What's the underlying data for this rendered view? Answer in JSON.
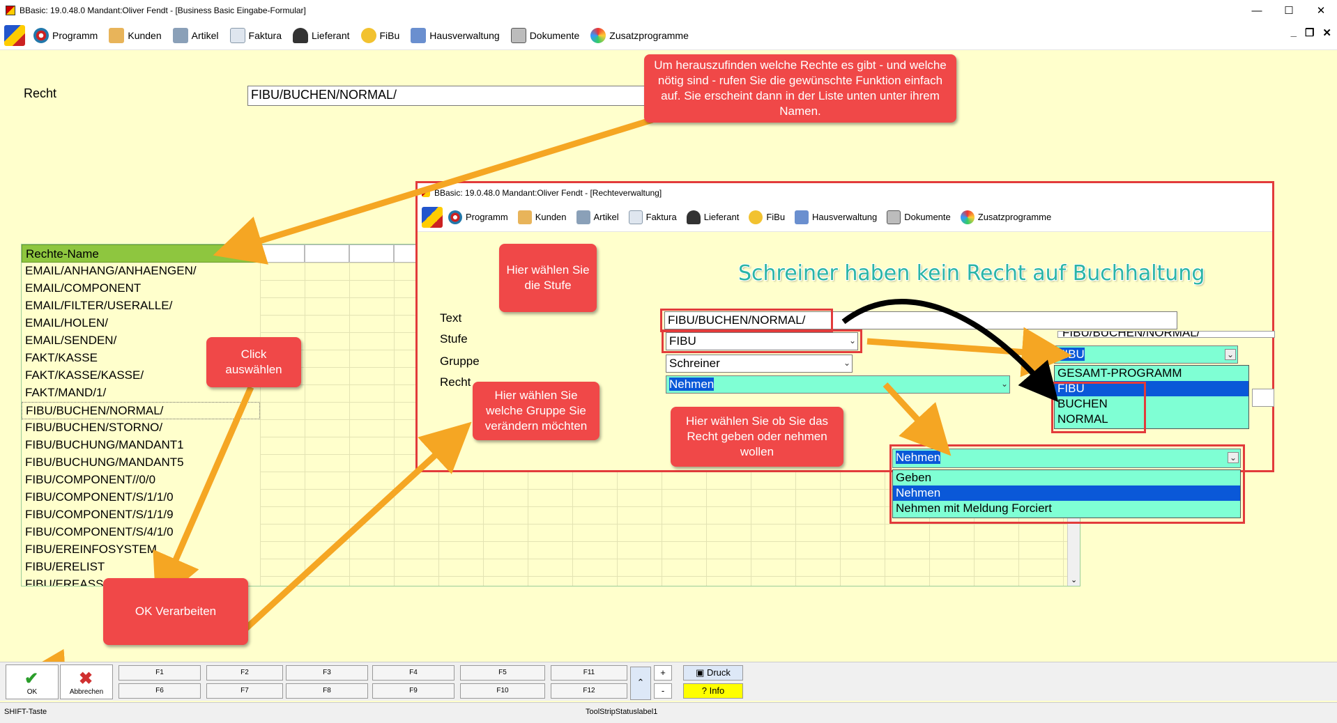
{
  "window": {
    "title": "BBasic: 19.0.48.0 Mandant:Oliver Fendt  - [Business Basic Eingabe-Formular]",
    "min": "—",
    "max": "☐",
    "close": "✕"
  },
  "menu": [
    "Programm",
    "Kunden",
    "Artikel",
    "Faktura",
    "Lieferant",
    "FiBu",
    "Hausverwaltung",
    "Dokumente",
    "Zusatzprogramme"
  ],
  "menu_controls": {
    "min": "_",
    "restore": "❐",
    "close": "✕"
  },
  "form": {
    "recht_label": "Recht",
    "recht_value": "FIBU/BUCHEN/NORMAL/"
  },
  "grid": {
    "header": "Rechte-Name",
    "rows": [
      "EMAIL/ANHANG/ANHAENGEN/",
      "EMAIL/COMPONENT",
      "EMAIL/FILTER/USERALLE/",
      "EMAIL/HOLEN/",
      "EMAIL/SENDEN/",
      "FAKT/KASSE",
      "FAKT/KASSE/KASSE/",
      "FAKT/MAND/1/",
      "FIBU/BUCHEN/NORMAL/",
      "FIBU/BUCHEN/STORNO/",
      "FIBU/BUCHUNG/MANDANT1",
      "FIBU/BUCHUNG/MANDANT5",
      "FIBU/COMPONENT//0/0",
      "FIBU/COMPONENT/S/1/1/0",
      "FIBU/COMPONENT/S/1/1/9",
      "FIBU/COMPONENT/S/4/1/0",
      "FIBU/EREINFOSYSTEM",
      "FIBU/ERELIST",
      "FIBU/EREASS"
    ],
    "selected_index": 8
  },
  "inner": {
    "title": "BBasic: 19.0.48.0 Mandant:Oliver Fendt  - [Rechteverwaltung]",
    "heading": "Schreiner haben kein Recht auf Buchhaltung",
    "text_label": "Text",
    "stufe_label": "Stufe",
    "gruppe_label": "Gruppe",
    "recht_label": "Recht",
    "text_value": "FIBU/BUCHEN/NORMAL/",
    "stufe_value": "FIBU",
    "gruppe_value": "Schreiner",
    "recht_value": "Nehmen",
    "partial_text": "FIBU/BUCHEN/NORMAL/"
  },
  "stufe_dropdown": {
    "selected": "FIBU",
    "options": [
      "GESAMT-PROGRAMM",
      "FIBU",
      "BUCHEN",
      "NORMAL"
    ],
    "highlight_index": 1
  },
  "recht_dropdown": {
    "selected": "Nehmen",
    "options": [
      "Geben",
      "Nehmen",
      "Nehmen mit Meldung Forciert"
    ],
    "highlight_index": 1
  },
  "callouts": {
    "top": "Um herauszufinden welche Rechte es gibt - und welche nötig sind - rufen Sie die gewünschte Funktion einfach auf. Sie erscheint dann in der Liste unten unter ihrem Namen.",
    "stufe": "Hier wählen Sie die Stufe",
    "click": "Click auswählen",
    "gruppe": "Hier wählen Sie welche Gruppe Sie verändern möchten",
    "recht": "Hier wählen Sie ob Sie das Recht geben oder nehmen wollen",
    "ok": "OK Verarbeiten"
  },
  "bottom": {
    "ok": "OK",
    "cancel": "Abbrechen",
    "fkeys_top": [
      "F1",
      "F2",
      "F3",
      "F4",
      "F5",
      "F11"
    ],
    "fkeys_bottom": [
      "F6",
      "F7",
      "F8",
      "F9",
      "F10",
      "F12"
    ],
    "plus": "+",
    "minus": "-",
    "druck": "Druck",
    "info": "Info"
  },
  "status": {
    "shift": "SHIFT-Taste",
    "label": "ToolStripStatuslabel1"
  },
  "colors": {
    "callout": "#f04848",
    "arrow": "#f5a623",
    "grid_header": "#8ec63f",
    "dropdown": "#7fffd4",
    "selection": "#0a58d8",
    "heading": "#2ab5a7"
  }
}
